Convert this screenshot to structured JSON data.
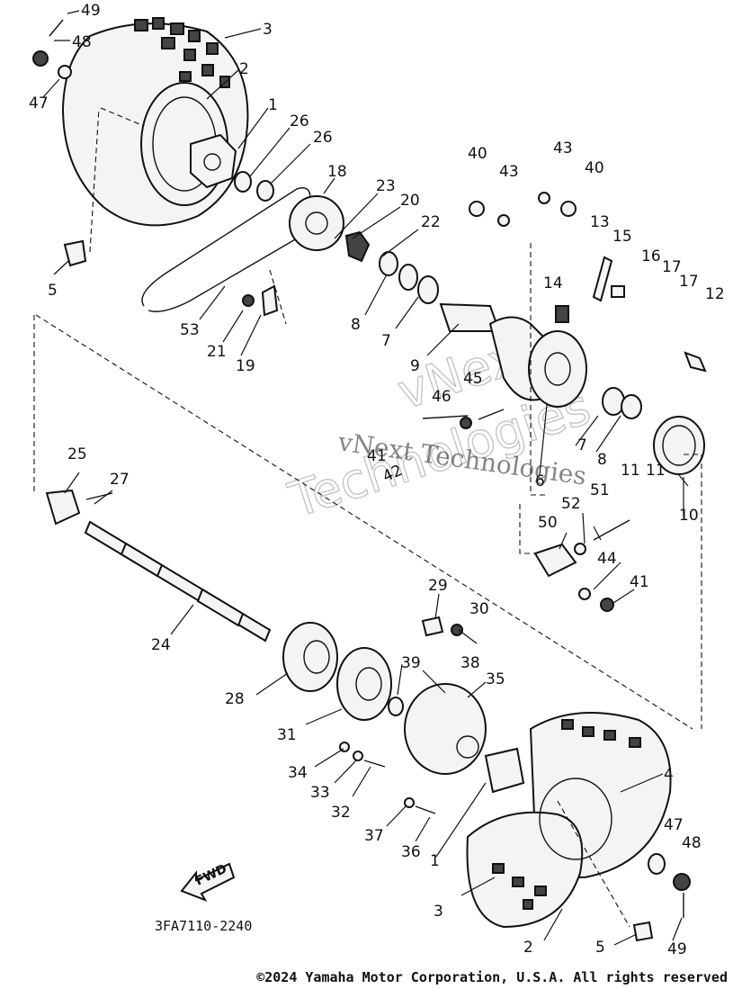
{
  "diagram": {
    "drawing_code": "3FA7110-2240",
    "direction_label": "FWD",
    "copyright": "©2024 Yamaha Motor Corporation, U.S.A. All rights reserved",
    "watermark": {
      "line1": "vNext Technologies",
      "line2": "vNext",
      "line3": "Technologies"
    },
    "callouts": [
      "49",
      "48",
      "47",
      "3",
      "2",
      "1",
      "26",
      "26",
      "5",
      "18",
      "23",
      "20",
      "22",
      "53",
      "21",
      "19",
      "8",
      "7",
      "9",
      "40",
      "43",
      "43",
      "40",
      "13",
      "15",
      "16",
      "17",
      "14",
      "17",
      "12",
      "45",
      "46",
      "41",
      "42",
      "6",
      "7",
      "8",
      "11",
      "11",
      "10",
      "25",
      "27",
      "24",
      "52",
      "51",
      "50",
      "44",
      "41",
      "29",
      "30",
      "28",
      "39",
      "38",
      "35",
      "31",
      "34",
      "33",
      "32",
      "37",
      "36",
      "1",
      "4",
      "47",
      "48",
      "3",
      "2",
      "5",
      "49"
    ]
  }
}
